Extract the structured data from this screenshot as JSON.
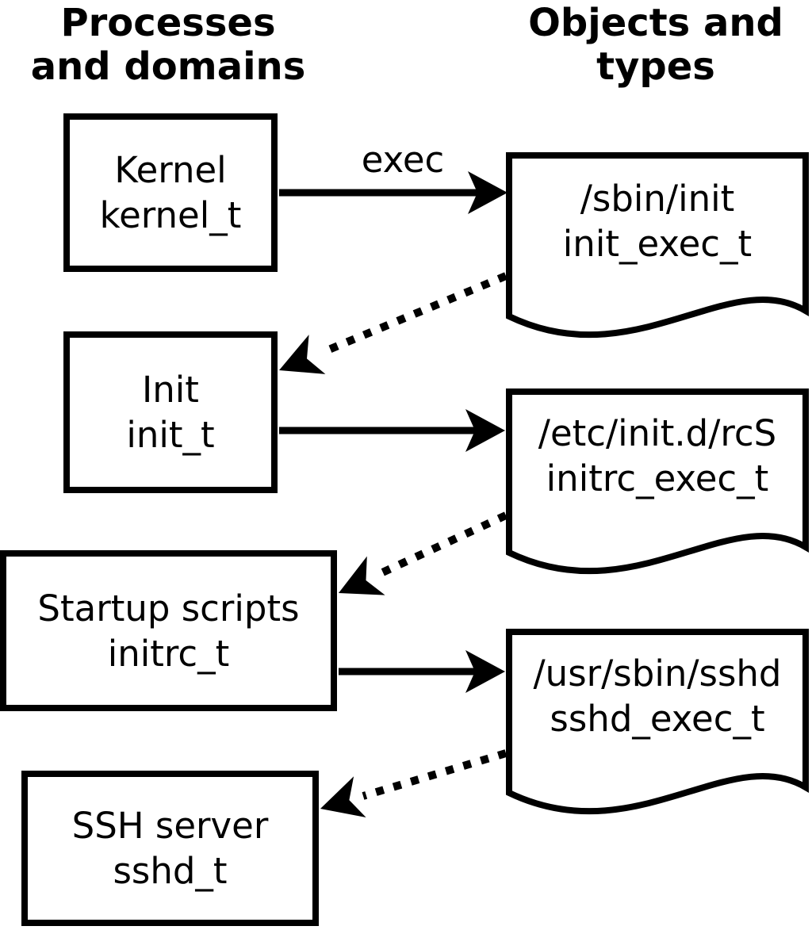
{
  "headers": {
    "left": "Processes\nand domains",
    "right": "Objects and\ntypes"
  },
  "process_boxes": [
    {
      "name": "Kernel",
      "type": "kernel_t"
    },
    {
      "name": "Init",
      "type": "init_t"
    },
    {
      "name": "Startup scripts",
      "type": "initrc_t"
    },
    {
      "name": "SSH server",
      "type": "sshd_t"
    }
  ],
  "object_docs": [
    {
      "path": "/sbin/init",
      "type": "init_exec_t"
    },
    {
      "path": "/etc/init.d/rcS",
      "type": "initrc_exec_t"
    },
    {
      "path": "/usr/sbin/sshd",
      "type": "sshd_exec_t"
    }
  ],
  "labels": {
    "exec": "exec"
  },
  "colors": {
    "foreground": "#000000",
    "background": "#ffffff"
  }
}
